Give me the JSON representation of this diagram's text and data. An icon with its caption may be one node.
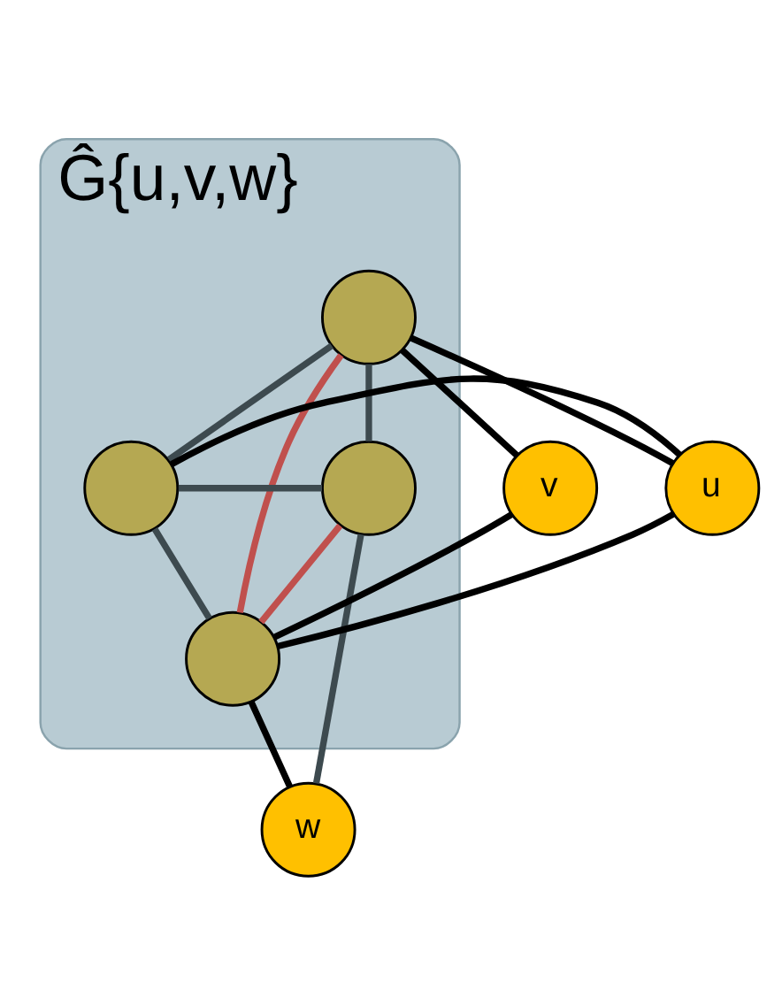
{
  "diagram": {
    "nodes": [
      {
        "text": [
          "Ĝ{u,v,w}"
        ]
      },
      {
        "text": [],
        "shape": "circle",
        "in": 0
      },
      {
        "text": [],
        "shape": "circle",
        "in": 0
      },
      {
        "text": [],
        "shape": "circle",
        "in": 0
      },
      {
        "text": [],
        "shape": "circle",
        "in": 0
      },
      {
        "text": [
          "u"
        ]
      },
      {
        "text": [
          "v"
        ]
      },
      {
        "text": [
          "w"
        ]
      }
    ],
    "edges": [
      {
        "from": 1,
        "to": 2,
        "arrow": "none",
        "color": "#3d4a4f"
      },
      {
        "from": 1,
        "to": 3,
        "arrow": "none",
        "color": "#3d4a4f"
      },
      {
        "from": 1,
        "to": 4,
        "arrow": "none",
        "color": "#c0504d"
      },
      {
        "from": 1,
        "to": 5,
        "arrow": "none"
      },
      {
        "from": 1,
        "to": 6,
        "arrow": "none"
      },
      {
        "from": 2,
        "to": 3,
        "arrow": "none",
        "color": "#3d4a4f"
      },
      {
        "from": 2,
        "to": 4,
        "arrow": "none",
        "color": "#c0504d"
      },
      {
        "from": 2,
        "to": 7,
        "arrow": "none",
        "color": "#3d4a4f"
      },
      {
        "from": 3,
        "to": 4,
        "arrow": "none",
        "color": "#3d4a4f"
      },
      {
        "from": 3,
        "to": 5,
        "arrow": "none"
      },
      {
        "from": 4,
        "to": 5,
        "arrow": "none"
      },
      {
        "from": 4,
        "to": 6,
        "arrow": "none"
      },
      {
        "from": 4,
        "to": 7,
        "arrow": "none"
      }
    ]
  }
}
